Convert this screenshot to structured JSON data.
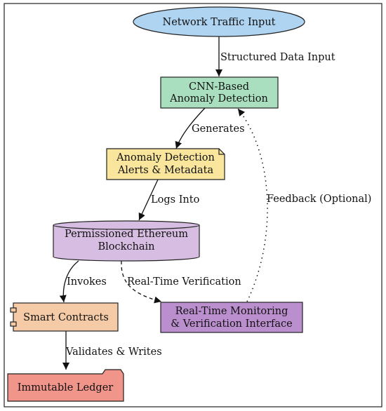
{
  "colors": {
    "network_input": "#aed4f2",
    "cnn": "#a9dfbf",
    "alerts": "#f9e59c",
    "blockchain": "#d7bde2",
    "smart_contracts": "#f5cba7",
    "monitoring": "#bb8fce",
    "ledger": "#f1948a",
    "stroke": "#222222"
  },
  "nodes": {
    "network_input": {
      "label": "Network Traffic Input"
    },
    "cnn": {
      "line1": "CNN-Based",
      "line2": "Anomaly Detection"
    },
    "alerts": {
      "line1": "Anomaly Detection",
      "line2": "Alerts & Metadata"
    },
    "blockchain": {
      "line1": "Permissioned Ethereum",
      "line2": "Blockchain"
    },
    "smart_contracts": {
      "label": "Smart Contracts"
    },
    "monitoring": {
      "line1": "Real-Time Monitoring",
      "line2": "& Verification Interface"
    },
    "ledger": {
      "label": "Immutable Ledger"
    }
  },
  "edges": {
    "structured_input": "Structured Data Input",
    "generates": "Generates",
    "logs_into": "Logs Into",
    "invokes": "Invokes",
    "real_time_verification": "Real-Time Verification",
    "feedback": "Feedback (Optional)",
    "validates_writes": "Validates & Writes"
  }
}
